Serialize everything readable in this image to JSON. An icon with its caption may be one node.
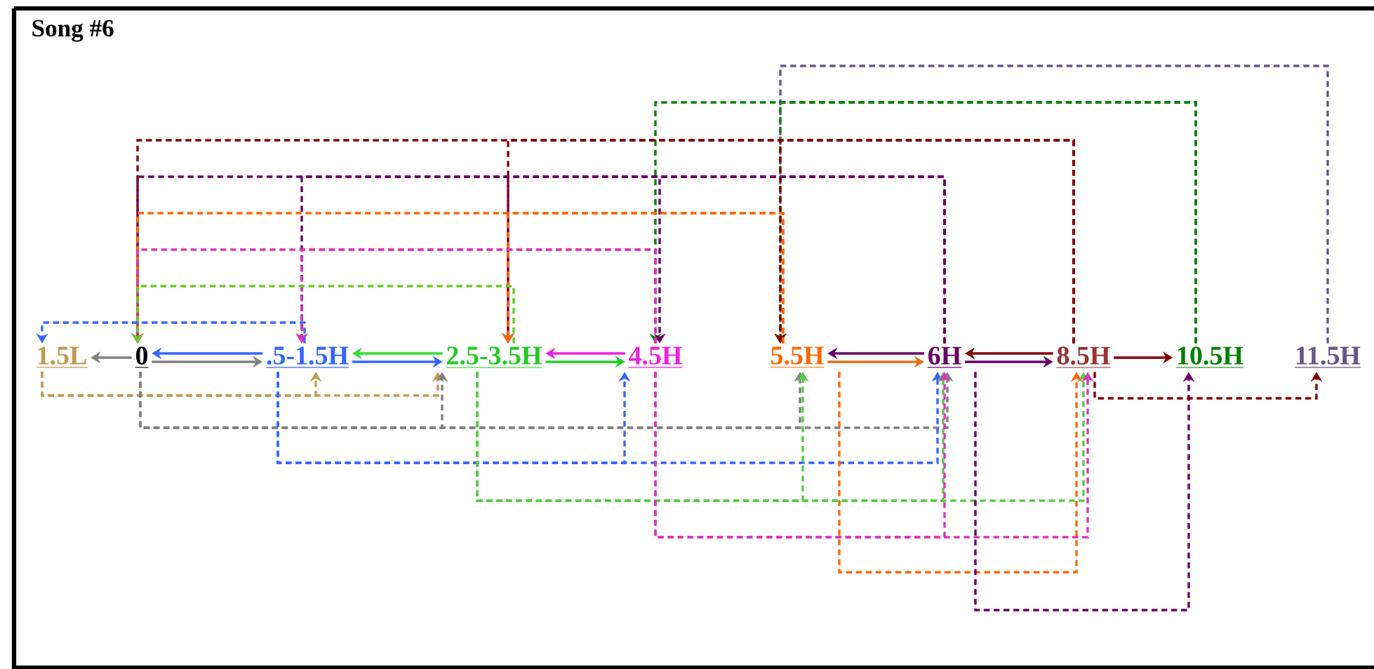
{
  "diagram": {
    "title": "Song #6",
    "nodes": [
      {
        "text": [
          "1.5L"
        ]
      },
      {
        "text": [
          "0"
        ]
      },
      {
        "text": [
          ".5-1.5H"
        ]
      },
      {
        "text": [
          "2.5-3.5H"
        ]
      },
      {
        "text": [
          "4.5H"
        ]
      },
      {
        "text": [
          "5.5H"
        ]
      },
      {
        "text": [
          "6H"
        ]
      },
      {
        "text": [
          "8.5H"
        ]
      },
      {
        "text": [
          "10.5H"
        ]
      },
      {
        "text": [
          "11.5H"
        ]
      }
    ],
    "edges": [
      {
        "from": 1,
        "to": 0,
        "arrow": "to",
        "color": "#808080"
      },
      {
        "from": 2,
        "to": 1,
        "arrow": "to",
        "color": "#3366ff"
      },
      {
        "from": 1,
        "to": 2,
        "arrow": "to",
        "color": "#808080"
      },
      {
        "from": 3,
        "to": 2,
        "arrow": "to",
        "color": "#33dd33"
      },
      {
        "from": 2,
        "to": 3,
        "arrow": "to",
        "color": "#3366ff"
      },
      {
        "from": 4,
        "to": 3,
        "arrow": "to",
        "color": "#ee22dd"
      },
      {
        "from": 3,
        "to": 4,
        "arrow": "to",
        "color": "#22cc22"
      },
      {
        "from": 6,
        "to": 5,
        "arrow": "to",
        "color": "#660066"
      },
      {
        "from": 5,
        "to": 6,
        "arrow": "to",
        "color": "#e07010"
      },
      {
        "from": 7,
        "to": 6,
        "arrow": "to",
        "color": "#800000"
      },
      {
        "from": 6,
        "to": 7,
        "arrow": "to",
        "color": "#660066"
      },
      {
        "from": 7,
        "to": 8,
        "arrow": "to",
        "color": "#800000"
      },
      {
        "from": 9,
        "to": 5,
        "arrow": "to",
        "style": "dashed",
        "color": "#665588"
      },
      {
        "from": 8,
        "to": 4,
        "arrow": "to",
        "style": "dashed",
        "color": "#008000"
      },
      {
        "from": 8,
        "to": 5,
        "arrow": "to",
        "style": "dashed",
        "color": "#008000"
      },
      {
        "from": 7,
        "to": 1,
        "arrow": "to",
        "style": "dashed",
        "color": "#800000"
      },
      {
        "from": 7,
        "to": 3,
        "arrow": "to",
        "style": "dashed",
        "color": "#800000"
      },
      {
        "from": 7,
        "to": 5,
        "arrow": "to",
        "style": "dashed",
        "color": "#800000"
      },
      {
        "from": 6,
        "to": 1,
        "arrow": "to",
        "style": "dashed",
        "color": "#660066"
      },
      {
        "from": 6,
        "to": 2,
        "arrow": "to",
        "style": "dashed",
        "color": "#660066"
      },
      {
        "from": 6,
        "to": 3,
        "arrow": "to",
        "style": "dashed",
        "color": "#660066"
      },
      {
        "from": 6,
        "to": 4,
        "arrow": "to",
        "style": "dashed",
        "color": "#660066"
      },
      {
        "from": 5,
        "to": 1,
        "arrow": "to",
        "style": "dashed",
        "color": "#ff6600"
      },
      {
        "from": 5,
        "to": 3,
        "arrow": "to",
        "style": "dashed",
        "color": "#ff6600"
      },
      {
        "from": 4,
        "to": 1,
        "arrow": "to",
        "style": "dashed",
        "color": "#dd33bb"
      },
      {
        "from": 4,
        "to": 2,
        "arrow": "to",
        "style": "dashed",
        "color": "#dd33bb"
      },
      {
        "from": 3,
        "to": 1,
        "arrow": "to",
        "style": "dashed",
        "color": "#66cc22"
      },
      {
        "from": 2,
        "to": 0,
        "arrow": "to",
        "style": "dashed",
        "color": "#3366ff"
      },
      {
        "from": 0,
        "to": 2,
        "arrow": "to",
        "style": "dashed",
        "color": "#c09a50"
      },
      {
        "from": 0,
        "to": 3,
        "arrow": "to",
        "style": "dashed",
        "color": "#c09a50"
      },
      {
        "from": 1,
        "to": 3,
        "arrow": "to",
        "style": "dashed",
        "color": "#808080"
      },
      {
        "from": 1,
        "to": 5,
        "arrow": "to",
        "style": "dashed",
        "color": "#808080"
      },
      {
        "from": 1,
        "to": 6,
        "arrow": "to",
        "style": "dashed",
        "color": "#808080"
      },
      {
        "from": 2,
        "to": 4,
        "arrow": "to",
        "style": "dashed",
        "color": "#3366ff"
      },
      {
        "from": 2,
        "to": 6,
        "arrow": "to",
        "style": "dashed",
        "color": "#3366ff"
      },
      {
        "from": 3,
        "to": 5,
        "arrow": "to",
        "style": "dashed",
        "color": "#55cc44"
      },
      {
        "from": 3,
        "to": 6,
        "arrow": "to",
        "style": "dashed",
        "color": "#55cc44"
      },
      {
        "from": 3,
        "to": 7,
        "arrow": "to",
        "style": "dashed",
        "color": "#55cc44"
      },
      {
        "from": 4,
        "to": 6,
        "arrow": "to",
        "style": "dashed",
        "color": "#dd33bb"
      },
      {
        "from": 4,
        "to": 7,
        "arrow": "to",
        "style": "dashed",
        "color": "#dd33bb"
      },
      {
        "from": 5,
        "to": 7,
        "arrow": "to",
        "style": "dashed",
        "color": "#ff6600"
      },
      {
        "from": 6,
        "to": 8,
        "arrow": "to",
        "style": "dashed",
        "color": "#660066"
      },
      {
        "from": 7,
        "to": 9,
        "arrow": "to",
        "style": "dashed",
        "color": "#800000"
      }
    ]
  }
}
